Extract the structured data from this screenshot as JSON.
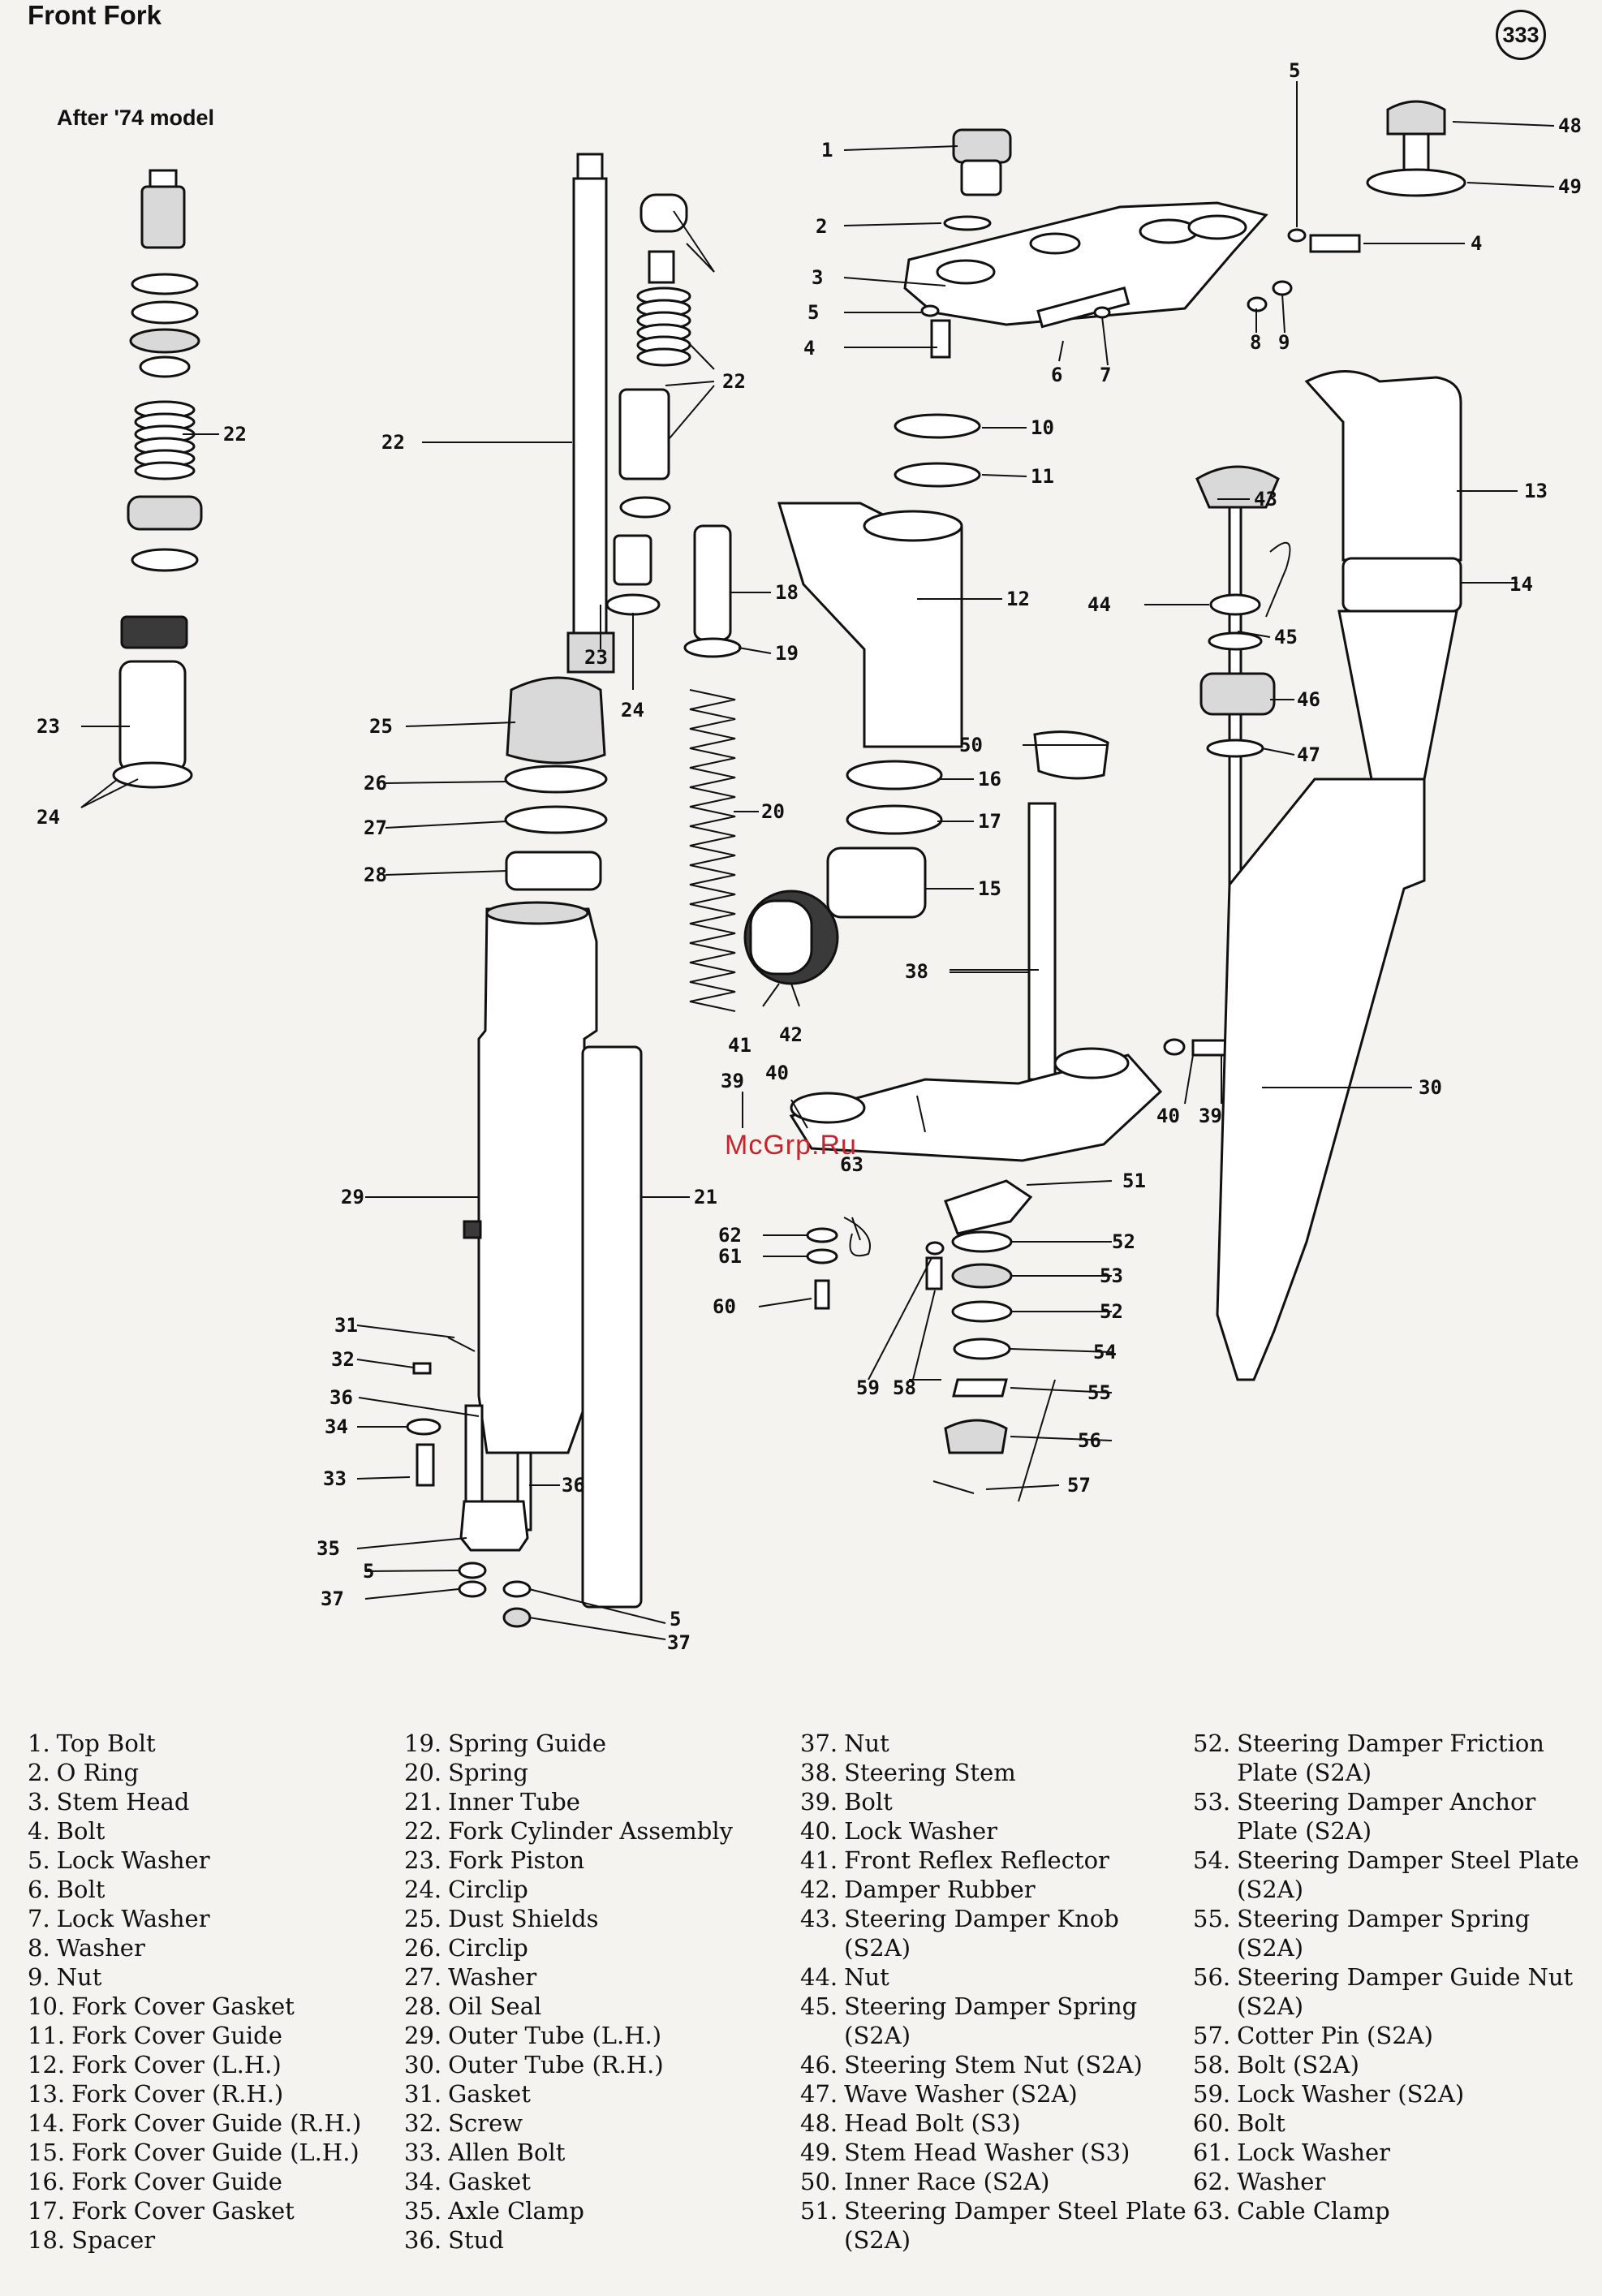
{
  "header": {
    "title": "Front Fork",
    "page_number": "333",
    "subtitle": "After '74 model"
  },
  "watermark": "McGrp.Ru",
  "legend": [
    [
      {
        "no": "1.",
        "text": "Top Bolt"
      },
      {
        "no": "2.",
        "text": "O Ring"
      },
      {
        "no": "3.",
        "text": "Stem Head"
      },
      {
        "no": "4.",
        "text": "Bolt"
      },
      {
        "no": "5.",
        "text": "Lock Washer"
      },
      {
        "no": "6.",
        "text": "Bolt"
      },
      {
        "no": "7.",
        "text": "Lock Washer"
      },
      {
        "no": "8.",
        "text": "Washer"
      },
      {
        "no": "9.",
        "text": "Nut"
      },
      {
        "no": "10.",
        "text": "Fork Cover Gasket"
      },
      {
        "no": "11.",
        "text": "Fork Cover Guide"
      },
      {
        "no": "12.",
        "text": "Fork Cover (L.H.)"
      },
      {
        "no": "13.",
        "text": "Fork Cover (R.H.)"
      },
      {
        "no": "14.",
        "text": "Fork Cover Guide (R.H.)"
      },
      {
        "no": "15.",
        "text": "Fork Cover Guide (L.H.)"
      },
      {
        "no": "16.",
        "text": "Fork Cover Guide"
      },
      {
        "no": "17.",
        "text": "Fork Cover Gasket"
      },
      {
        "no": "18.",
        "text": "Spacer"
      }
    ],
    [
      {
        "no": "19.",
        "text": "Spring Guide"
      },
      {
        "no": "20.",
        "text": "Spring"
      },
      {
        "no": "21.",
        "text": "Inner Tube"
      },
      {
        "no": "22.",
        "text": "Fork Cylinder Assembly"
      },
      {
        "no": "23.",
        "text": "Fork Piston"
      },
      {
        "no": "24.",
        "text": "Circlip"
      },
      {
        "no": "25.",
        "text": "Dust Shields"
      },
      {
        "no": "26.",
        "text": "Circlip"
      },
      {
        "no": "27.",
        "text": "Washer"
      },
      {
        "no": "28.",
        "text": "Oil Seal"
      },
      {
        "no": "29.",
        "text": "Outer Tube (L.H.)"
      },
      {
        "no": "30.",
        "text": "Outer Tube (R.H.)"
      },
      {
        "no": "31.",
        "text": "Gasket"
      },
      {
        "no": "32.",
        "text": "Screw"
      },
      {
        "no": "33.",
        "text": "Allen Bolt"
      },
      {
        "no": "34.",
        "text": "Gasket"
      },
      {
        "no": "35.",
        "text": "Axle Clamp"
      },
      {
        "no": "36.",
        "text": "Stud"
      }
    ],
    [
      {
        "no": "37.",
        "text": "Nut"
      },
      {
        "no": "38.",
        "text": "Steering Stem"
      },
      {
        "no": "39.",
        "text": "Bolt"
      },
      {
        "no": "40.",
        "text": "Lock Washer"
      },
      {
        "no": "41.",
        "text": "Front Reflex Reflector"
      },
      {
        "no": "42.",
        "text": "Damper Rubber"
      },
      {
        "no": "43.",
        "text": "Steering Damper Knob",
        "cont": "(S2A)"
      },
      {
        "no": "44.",
        "text": "Nut"
      },
      {
        "no": "45.",
        "text": "Steering Damper Spring",
        "cont": "(S2A)"
      },
      {
        "no": "46.",
        "text": "Steering Stem Nut (S2A)"
      },
      {
        "no": "47.",
        "text": "Wave Washer (S2A)"
      },
      {
        "no": "48.",
        "text": "Head Bolt (S3)"
      },
      {
        "no": "49.",
        "text": "Stem Head Washer (S3)"
      },
      {
        "no": "50.",
        "text": "Inner Race (S2A)"
      },
      {
        "no": "51.",
        "text": "Steering Damper Steel Plate",
        "cont": "(S2A)"
      }
    ],
    [
      {
        "no": "52.",
        "text": "Steering Damper Friction",
        "cont": "Plate (S2A)"
      },
      {
        "no": "53.",
        "text": "Steering Damper Anchor",
        "cont": "Plate (S2A)"
      },
      {
        "no": "54.",
        "text": "Steering Damper Steel Plate",
        "cont": "(S2A)"
      },
      {
        "no": "55.",
        "text": "Steering Damper Spring",
        "cont": "(S2A)"
      },
      {
        "no": "56.",
        "text": "Steering Damper Guide Nut",
        "cont": "(S2A)"
      },
      {
        "no": "57.",
        "text": "Cotter Pin (S2A)"
      },
      {
        "no": "58.",
        "text": "Bolt (S2A)"
      },
      {
        "no": "59.",
        "text": "Lock Washer (S2A)"
      },
      {
        "no": "60.",
        "text": "Bolt"
      },
      {
        "no": "61.",
        "text": "Lock Washer"
      },
      {
        "no": "62.",
        "text": "Washer"
      },
      {
        "no": "63.",
        "text": "Cable Clamp"
      }
    ]
  ],
  "callouts": {
    "c1": "1",
    "c2": "2",
    "c3": "3",
    "c4a": "4",
    "c4b": "4",
    "c5a": "5",
    "c5b": "5",
    "c5c": "5",
    "c5d": "5",
    "c6": "6",
    "c7": "7",
    "c8": "8",
    "c9": "9",
    "c10": "10",
    "c11": "11",
    "c12": "12",
    "c13": "13",
    "c14": "14",
    "c15": "15",
    "c16": "16",
    "c17": "17",
    "c18": "18",
    "c19": "19",
    "c20": "20",
    "c21": "21",
    "c22a": "22",
    "c22b": "22",
    "c22c": "22",
    "c23a": "23",
    "c23b": "23",
    "c24a": "24",
    "c24b": "24",
    "c25": "25",
    "c26": "26",
    "c27": "27",
    "c28": "28",
    "c29": "29",
    "c30": "30",
    "c31": "31",
    "c32": "32",
    "c33": "33",
    "c34": "34",
    "c35": "35",
    "c36a": "36",
    "c36b": "36",
    "c37a": "37",
    "c37b": "37",
    "c38": "38",
    "c39a": "39",
    "c39b": "39",
    "c40a": "40",
    "c40b": "40",
    "c41": "41",
    "c42": "42",
    "c43": "43",
    "c44": "44",
    "c45": "45",
    "c46": "46",
    "c47": "47",
    "c48": "48",
    "c49": "49",
    "c50": "50",
    "c51": "51",
    "c52a": "52",
    "c52b": "52",
    "c53": "53",
    "c54": "54",
    "c55": "55",
    "c56": "56",
    "c57": "57",
    "c58": "58",
    "c59": "59",
    "c60": "60",
    "c61": "61",
    "c62": "62",
    "c63": "63"
  }
}
